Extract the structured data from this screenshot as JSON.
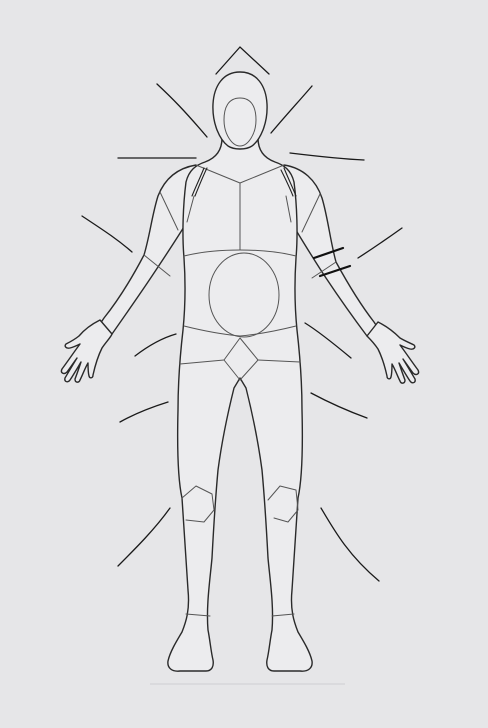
{
  "figure": {
    "background": "#e6e6e8",
    "outline_color": "#2a2a2a",
    "subject": "body-outline-front-view",
    "emphasis": {
      "armband_side": "left-arm",
      "shoulder_hatching": "both"
    }
  }
}
